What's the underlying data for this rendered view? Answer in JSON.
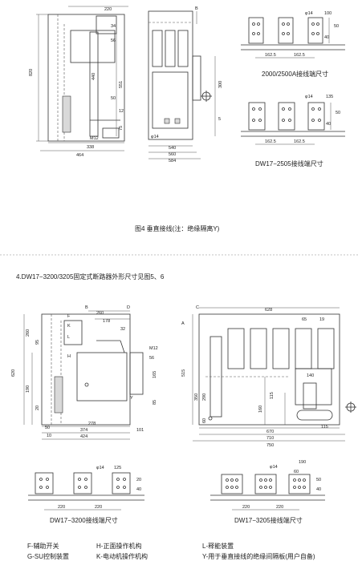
{
  "top_section": {
    "left_drawing": {
      "dims": [
        "820",
        "551",
        "440",
        "50",
        "12",
        "75",
        "338",
        "464",
        "34",
        "M12",
        "220",
        "56"
      ]
    },
    "mid_drawing": {
      "dims": [
        "300",
        "5",
        "540",
        "560",
        "584",
        "φ14",
        "B"
      ]
    },
    "right_top": {
      "caption": "2000/2500A接线端尺寸",
      "dims": [
        "φ14",
        "100",
        "50",
        "40",
        "162.5",
        "162.5"
      ]
    },
    "right_bottom": {
      "caption": "DW17−2505接线端尺寸",
      "dims": [
        "φ14",
        "135",
        "50",
        "40",
        "162.5",
        "162.5"
      ]
    },
    "figure_caption": "图4 垂直接线(注：绝缘隔离Y)"
  },
  "section_title": "4.DW17−3200/3205固定式断路器外形尺寸见图5、6",
  "bottom_section": {
    "left_drawing": {
      "dims": [
        "260",
        "178",
        "32",
        "620",
        "260",
        "95",
        "190",
        "20",
        "278",
        "374",
        "424",
        "101",
        "10",
        "50",
        "M12",
        "165",
        "56",
        "85",
        "B",
        "D",
        "F",
        "K",
        "L",
        "H",
        "Y"
      ]
    },
    "right_drawing": {
      "dims": [
        "628",
        "65",
        "19",
        "140",
        "515",
        "350",
        "290",
        "60",
        "115",
        "160",
        "115",
        "670",
        "710",
        "750",
        "C",
        "A"
      ]
    },
    "caption_left": "DW17−3200接线端尺寸",
    "caption_right": "DW17−3205接线端尺寸",
    "small_left_dims": [
      "φ14",
      "125",
      "20",
      "40",
      "220",
      "220"
    ],
    "small_right_dims": [
      "φ14",
      "190",
      "60",
      "50",
      "40",
      "220",
      "220"
    ]
  },
  "legend": {
    "items": [
      "F-辅助开关",
      "H-正面操作机构",
      "L-释能装置",
      "G-SU控制装置",
      "K-电动机操作机构",
      "Y-用于垂直接线的绝缘间隔板(用户自备)"
    ]
  }
}
